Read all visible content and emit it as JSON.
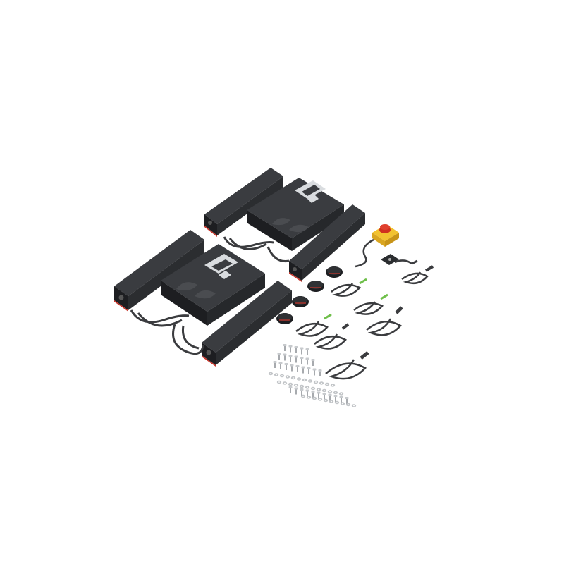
{
  "scene": {
    "background": "#ffffff",
    "colors": {
      "body": "#2b2d30",
      "body_top": "#3a3c40",
      "body_side": "#1d1e21",
      "accent_red": "#c8352b",
      "logo_silver": "#d9dcdf",
      "cable": "#3b3c3f",
      "estop_yellow": "#f2c230",
      "estop_red": "#d0301f",
      "terminal_green": "#6fbf4a",
      "fastener": "#b9bcc0"
    },
    "icons": [
      "controller-box",
      "actuator-rail",
      "emergency-stop-button",
      "mounting-foot",
      "power-cable",
      "screw",
      "washer",
      "logo-mark"
    ]
  }
}
